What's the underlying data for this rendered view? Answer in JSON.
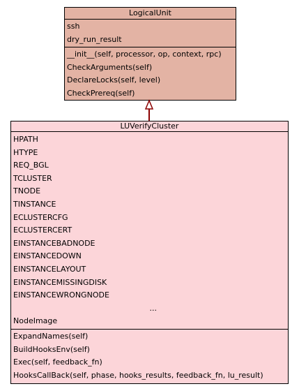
{
  "parent": {
    "name": "LogicalUnit",
    "attributes": [
      "ssh",
      "dry_run_result"
    ],
    "methods": [
      "__init__(self, processor, op, context, rpc)",
      "CheckArguments(self)",
      "DeclareLocks(self, level)",
      "CheckPrereq(self)"
    ]
  },
  "child": {
    "name": "LUVerifyCluster",
    "attributes": [
      "HPATH",
      "HTYPE",
      "REQ_BGL",
      "TCLUSTER",
      "TNODE",
      "TINSTANCE",
      "ECLUSTERCFG",
      "ECLUSTERCERT",
      "EINSTANCEBADNODE",
      "EINSTANCEDOWN",
      "EINSTANCELAYOUT",
      "EINSTANCEMISSINGDISK",
      "EINSTANCEWRONGNODE",
      "...",
      "NodeImage"
    ],
    "methods": [
      "ExpandNames(self)",
      "BuildHooksEnv(self)",
      "Exec(self, feedback_fn)",
      "HooksCallBack(self, phase, hooks_results, feedback_fn, lu_result)"
    ]
  },
  "colors": {
    "parent_fill": "#e3b3a4",
    "child_fill": "#fcd5d9",
    "arrow": "#8b0000"
  }
}
